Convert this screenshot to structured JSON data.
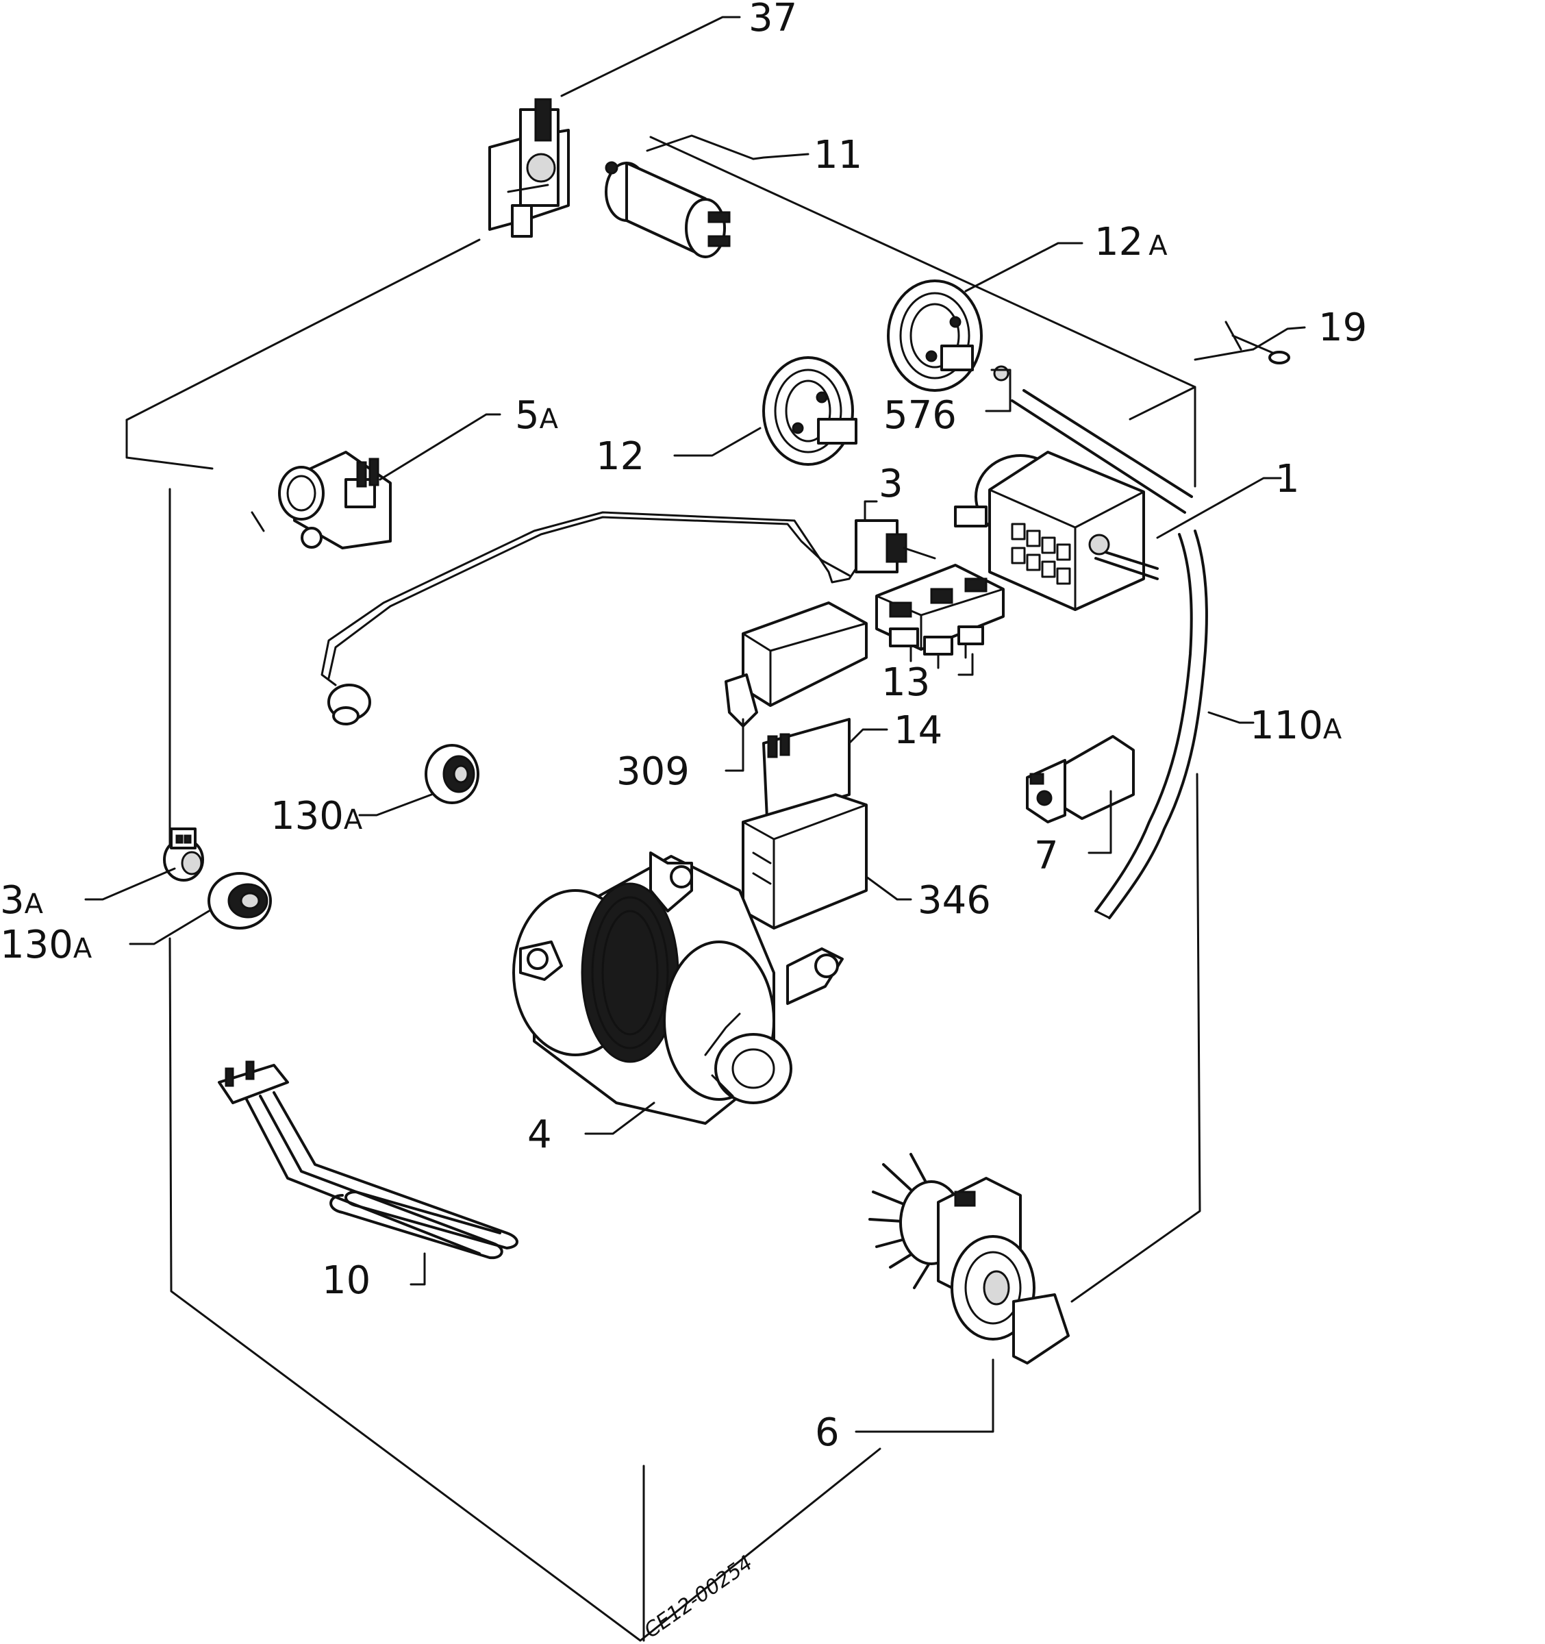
{
  "labels": {
    "l37": {
      "num": "37",
      "suf": ""
    },
    "l11": {
      "num": "11",
      "suf": ""
    },
    "l12a": {
      "num": "12",
      "suf": "A"
    },
    "l19": {
      "num": "19",
      "suf": ""
    },
    "l5a": {
      "num": "5",
      "suf": "A"
    },
    "l576": {
      "num": "576",
      "suf": ""
    },
    "l12": {
      "num": "12",
      "suf": ""
    },
    "l3": {
      "num": "3",
      "suf": ""
    },
    "l1": {
      "num": "1",
      "suf": ""
    },
    "l13": {
      "num": "13",
      "suf": ""
    },
    "l110a": {
      "num": "110",
      "suf": "A"
    },
    "l14": {
      "num": "14",
      "suf": ""
    },
    "l309": {
      "num": "309",
      "suf": ""
    },
    "l130a_top": {
      "num": "130",
      "suf": "A"
    },
    "l7": {
      "num": "7",
      "suf": ""
    },
    "l3a": {
      "num": "3",
      "suf": "A"
    },
    "l130a_bottom": {
      "num": "130",
      "suf": "A"
    },
    "l346": {
      "num": "346",
      "suf": ""
    },
    "l4": {
      "num": "4",
      "suf": ""
    },
    "l10": {
      "num": "10",
      "suf": ""
    },
    "l6": {
      "num": "6",
      "suf": ""
    }
  },
  "drawing_code": "CE12-00254"
}
